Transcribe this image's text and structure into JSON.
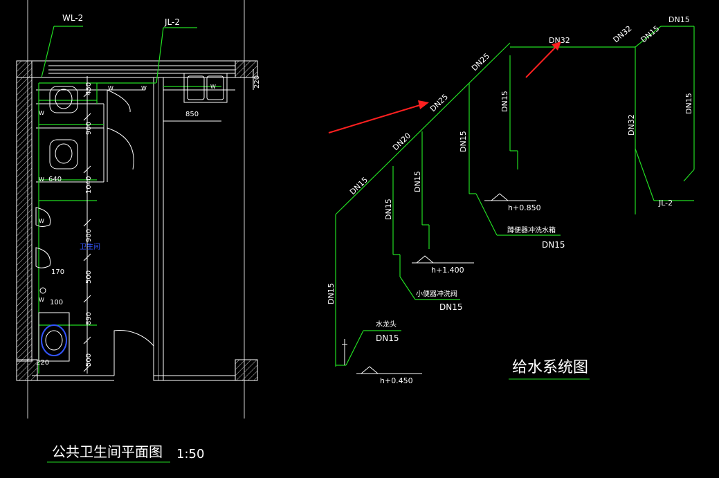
{
  "plan": {
    "title": "公共卫生间平面图",
    "scale": "1:50",
    "riser_wl": "WL-2",
    "riser_jl": "JL-2",
    "room_label": "卫生间",
    "dims_right": [
      "450",
      "900",
      "1040",
      "900",
      "500",
      "890",
      "500"
    ],
    "dim_640": "640",
    "dim_170": "170",
    "dim_100": "100",
    "dim_220_bottom": "220",
    "dim_220_top": "220",
    "dim_850": "850",
    "pipe_mark": "W"
  },
  "system": {
    "title": "给水系统图",
    "riser_label": "JL-2",
    "pipe_labels": {
      "dn15_top_right": "DN15",
      "dn32_top": "DN32",
      "dn32_tilted": "DN32",
      "dn15_tilted_top": "DN15",
      "dn25_upper": "DN25",
      "dn25_lower": "DN25",
      "dn20": "DN20",
      "dn15_diag": "DN15",
      "dn15_v1": "DN15",
      "dn15_v2": "DN15",
      "dn15_v3": "DN15",
      "dn15_v4": "DN15",
      "dn15_v5": "DN15",
      "dn32_riser": "DN32",
      "dn15_right": "DN15"
    },
    "fixtures": {
      "squat_valve": "蹲便器冲洗水箱",
      "squat_dn": "DN15",
      "squat_elev": "h+0.850",
      "urinal_valve": "小便器冲洗阀",
      "urinal_dn": "DN15",
      "urinal_elev": "h+1.400",
      "faucet": "水龙头",
      "faucet_dn": "DN15",
      "faucet_elev": "h+0.450"
    }
  },
  "colors": {
    "wall": "#ffffff",
    "pipe": "#22dd22",
    "text": "#ffffff",
    "dim": "#ffffff",
    "arrow": "#ff2020",
    "fixture_blue": "#3355ff"
  }
}
